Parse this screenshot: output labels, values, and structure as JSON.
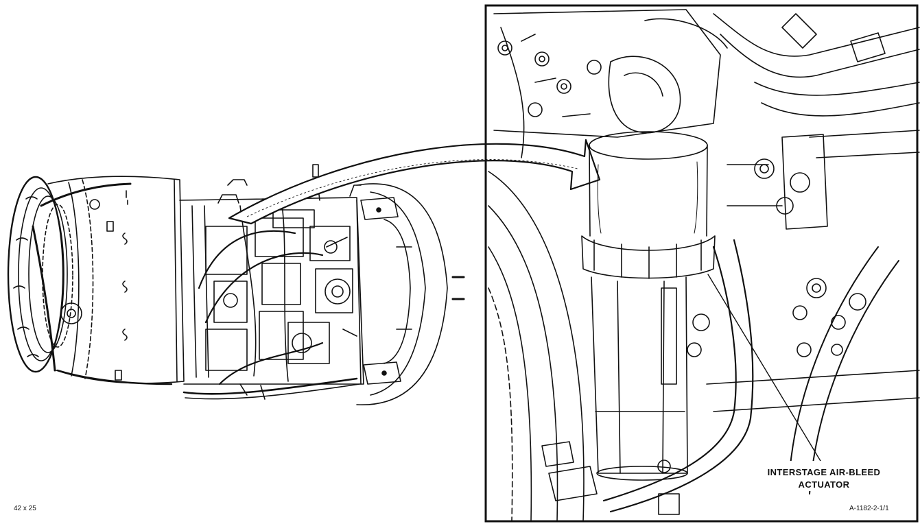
{
  "figure": {
    "size_note": "42 x 25",
    "callout_line1": "INTERSTAGE AIR-BLEED",
    "callout_line2": "ACTUATOR",
    "figure_id": "A-1182-2-1/1"
  },
  "colors": {
    "line": "#111111",
    "background": "#ffffff"
  }
}
